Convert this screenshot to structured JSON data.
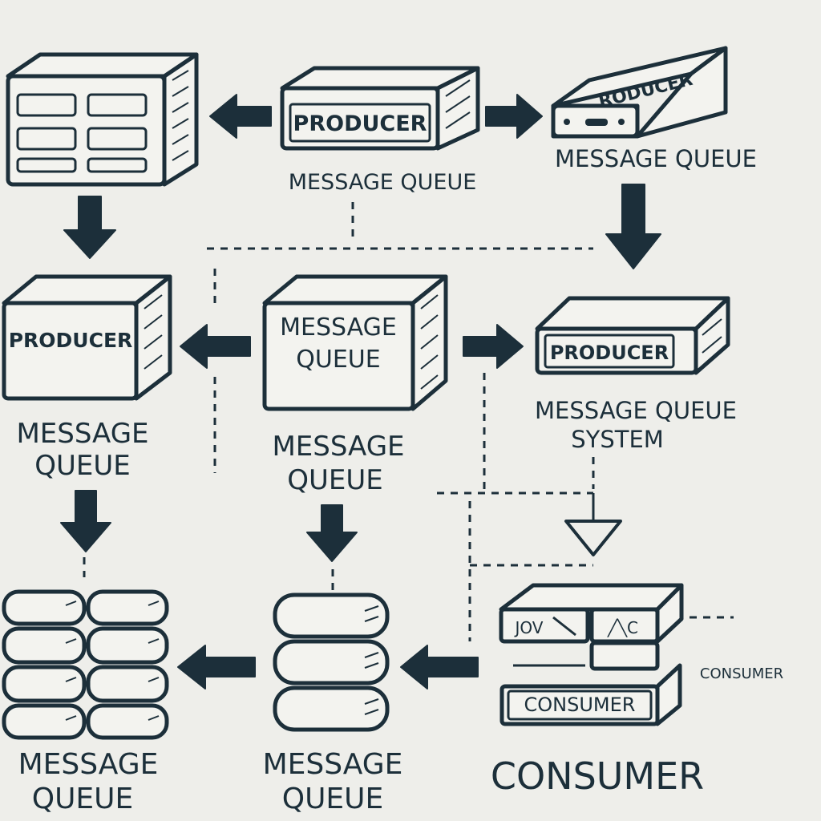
{
  "colors": {
    "ink": "#1c2f3a",
    "paper": "#eeeeea",
    "box_fill": "#f3f3ef"
  },
  "nodes": {
    "server_top_left": {
      "icon": "server-rack-icon"
    },
    "producer_top": {
      "label": "PRODUCER",
      "caption": "MESSAGE QUEUE"
    },
    "producer_device_top_right": {
      "label": "RODUCER",
      "caption": "MESSAGE QUEUE"
    },
    "producer_mid_left": {
      "label": "PRODUCER",
      "caption_line1": "MESSAGE",
      "caption_line2": "QUEUE"
    },
    "message_queue_center": {
      "label_line1": "MESSAGE",
      "label_line2": "QUEUE",
      "caption_line1": "MESSAGE",
      "caption_line2": "QUEUE"
    },
    "producer_mid_right": {
      "label": "PRODUCER",
      "caption_line1": "MESSAGE QUEUE",
      "caption_line2": "SYSTEM"
    },
    "db_bottom_left": {
      "icon": "database-stack-icon",
      "caption_line1": "MESSAGE",
      "caption_line2": "QUEUE"
    },
    "db_bottom_center": {
      "icon": "database-stack-icon",
      "caption_line1": "MESSAGE",
      "caption_line2": "QUEUE"
    },
    "consumer_group": {
      "top_left_label": "JOV",
      "top_right_label": "╱╲C",
      "bottom_label": "CONSUMER",
      "side_label": "CONSUMER",
      "caption": "CONSUMER"
    }
  }
}
